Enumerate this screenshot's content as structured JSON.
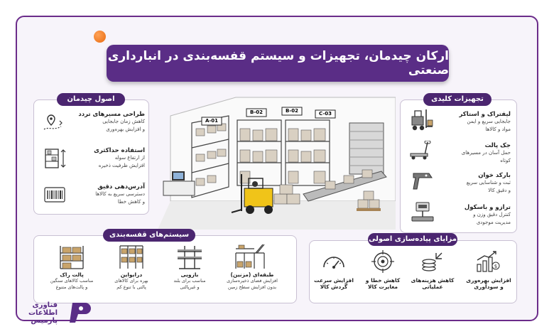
{
  "title": "ارکان چیدمان، تجهیزات و سیستم قفسه‌بندی در انبارداری صنعتی",
  "layout_section": {
    "heading": "اصول چیدمان",
    "items": [
      {
        "icon": "route-pin-icon",
        "title": "طراحی مسیرهای تردد",
        "desc": [
          "کاهش زمان جابجایی",
          "و افزایش بهره‌وری"
        ]
      },
      {
        "icon": "vertical-rack-icon",
        "title": "استفاده حداکثری",
        "desc": [
          "از ارتفاع سوله",
          "افزایش ظرفیت ذخیره"
        ]
      },
      {
        "icon": "barcode-icon",
        "title": "آدرس‌دهی دقیق",
        "desc": [
          "دسترسی سریع به کالاها",
          "و کاهش خطا"
        ]
      }
    ]
  },
  "equipment_section": {
    "heading": "تجهیزات کلیدی",
    "items": [
      {
        "icon": "forklift-icon",
        "title": "لیفتراک و استاکر",
        "desc": [
          "جابجایی سریع و ایمن",
          "مواد و کالاها"
        ]
      },
      {
        "icon": "pallet-jack-icon",
        "title": "جک پالت",
        "desc": [
          "حمل آسان در مسیرهای",
          "کوتاه"
        ]
      },
      {
        "icon": "barcode-scanner-icon",
        "title": "بارکد خوان",
        "desc": [
          "ثبت و شناسایی سریع",
          "و دقیق کالا"
        ]
      },
      {
        "icon": "scale-icon",
        "title": "ترازو و باسکول",
        "desc": [
          "کنترل دقیق وزن و",
          "مدیریت موجودی"
        ]
      }
    ]
  },
  "shelving_section": {
    "heading": "سیستم‌های قفسه‌بندی",
    "items": [
      {
        "icon": "pallet-rack-icon",
        "title": "پالت راک",
        "desc": [
          "مناسب کالاهای سنگین",
          "و پالت‌های متنوع"
        ]
      },
      {
        "icon": "drive-in-rack-icon",
        "title": "درایواین",
        "desc": [
          "بهره برای کالاهای",
          "پالتی با تنوع کم"
        ]
      },
      {
        "icon": "cantilever-rack-icon",
        "title": "بازویی",
        "desc": [
          "مناسب برای بلند",
          "و غیرپالتی"
        ]
      },
      {
        "icon": "mezzanine-icon",
        "title": "طبقه‌ای (مزنین)",
        "desc": [
          "افزایش فضای ذخیره‌سازی",
          "بدون افزایش سطح زمین"
        ]
      }
    ]
  },
  "benefits_section": {
    "heading": "مزایای پیاده‌سازی اصولی",
    "items": [
      {
        "icon": "speedometer-icon",
        "title": "افزایش سرعت",
        "title2": "گردش کالا"
      },
      {
        "icon": "target-icon",
        "title": "کاهش خطا و",
        "title2": "مغایرت کالا"
      },
      {
        "icon": "coins-icon",
        "title": "کاهش هزینه‌های",
        "title2": "عملیاتی"
      },
      {
        "icon": "growth-chart-icon",
        "title": "افزایش بهره‌وری",
        "title2": "و سودآوری"
      }
    ]
  },
  "warehouse_labels": [
    "A-01",
    "B-02",
    "B-02",
    "C-03"
  ],
  "logo": {
    "line1": "فناوری",
    "line2": "اطلاعات",
    "line3": "پارمیس"
  },
  "colors": {
    "primary": "#5a2d86",
    "accent": "#e86a10",
    "border": "#6b2c8a"
  }
}
